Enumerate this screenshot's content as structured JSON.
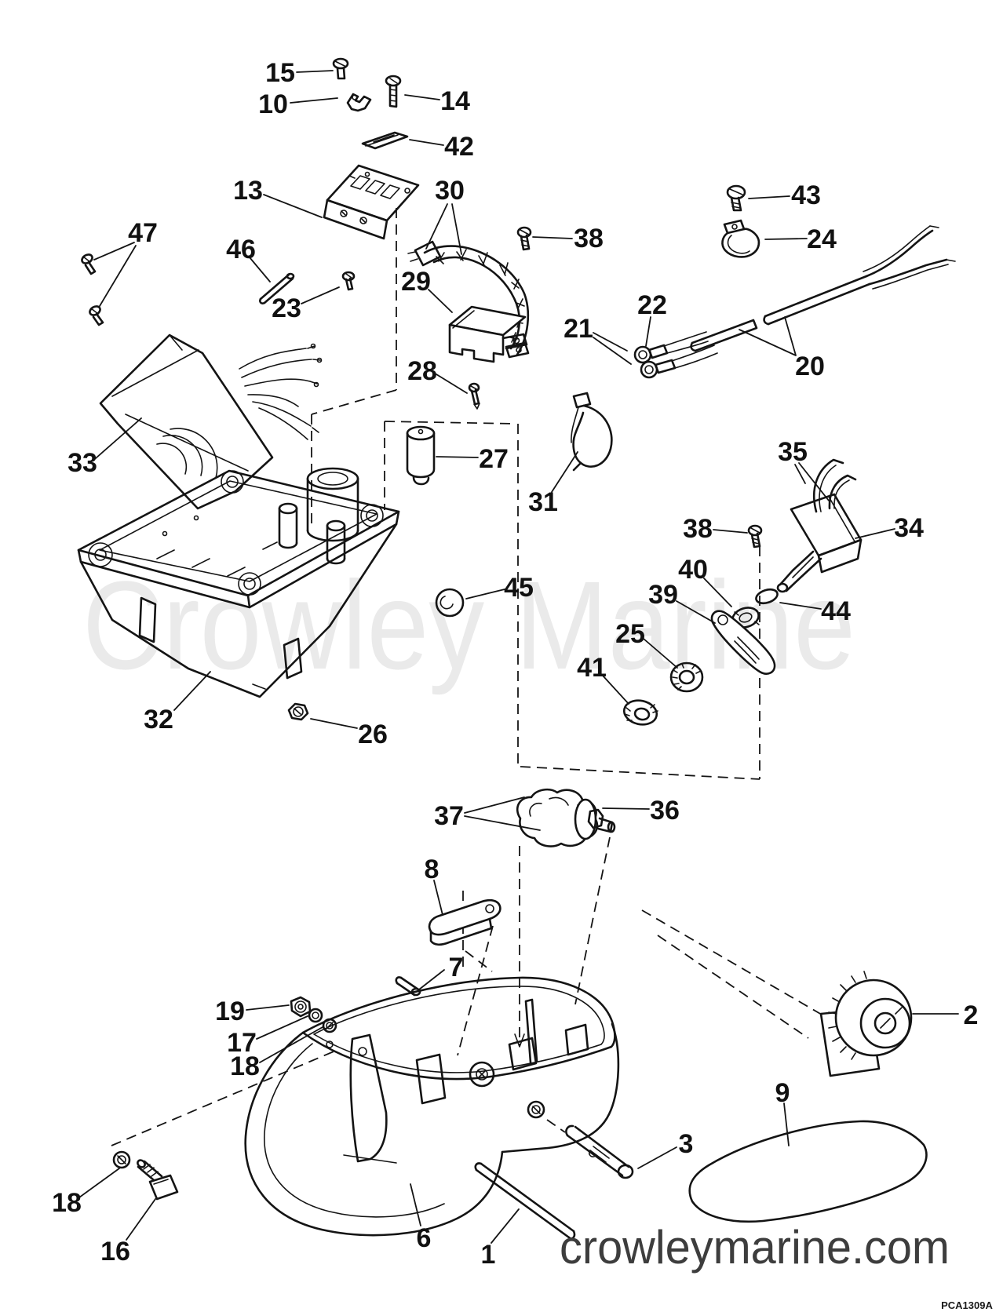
{
  "diagram": {
    "watermark_center": "Crowley Marine",
    "watermark_footer": "crowleymarine.com",
    "drawing_code": "PCA1309A",
    "ink_color": "#141414",
    "watermark_color": "#eaeaea",
    "footer_color": "#3d3d3d"
  },
  "callouts": [
    {
      "label": "15"
    },
    {
      "label": "10"
    },
    {
      "label": "14"
    },
    {
      "label": "42"
    },
    {
      "label": "13"
    },
    {
      "label": "30"
    },
    {
      "label": "43"
    },
    {
      "label": "47"
    },
    {
      "label": "46"
    },
    {
      "label": "23"
    },
    {
      "label": "29"
    },
    {
      "label": "38"
    },
    {
      "label": "24"
    },
    {
      "label": "22"
    },
    {
      "label": "21"
    },
    {
      "label": "20"
    },
    {
      "label": "28"
    },
    {
      "label": "33"
    },
    {
      "label": "27"
    },
    {
      "label": "31"
    },
    {
      "label": "35"
    },
    {
      "label": "38"
    },
    {
      "label": "34"
    },
    {
      "label": "40"
    },
    {
      "label": "45"
    },
    {
      "label": "39"
    },
    {
      "label": "44"
    },
    {
      "label": "25"
    },
    {
      "label": "41"
    },
    {
      "label": "32"
    },
    {
      "label": "26"
    },
    {
      "label": "37"
    },
    {
      "label": "36"
    },
    {
      "label": "8"
    },
    {
      "label": "7"
    },
    {
      "label": "19"
    },
    {
      "label": "17"
    },
    {
      "label": "18"
    },
    {
      "label": "2"
    },
    {
      "label": "9"
    },
    {
      "label": "3"
    },
    {
      "label": "18"
    },
    {
      "label": "16"
    },
    {
      "label": "6"
    },
    {
      "label": "1"
    }
  ]
}
